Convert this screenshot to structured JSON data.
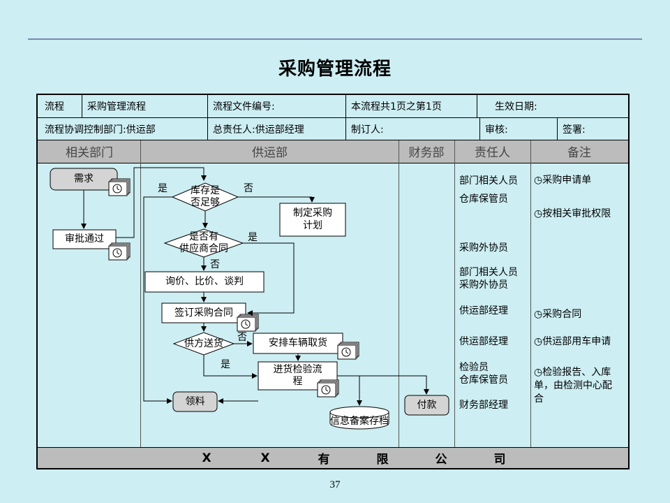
{
  "title": "采购管理流程",
  "page_number": "37",
  "header": {
    "row1": {
      "label_process": "流程",
      "process_name": "采购管理流程",
      "file_no": "流程文件编号:",
      "page_info": "本流程共1页之第1页",
      "effective_date": "生效日期:"
    },
    "row2": {
      "coord_dept": "流程协调控制部门:供运部",
      "owner": "总责任人:供运部经理",
      "drafter": "制订人:",
      "reviewer": "审核:",
      "signer": "签署:"
    }
  },
  "columns": [
    "相关部门",
    "供运部",
    "财务部",
    "责任人",
    "备注"
  ],
  "flow": {
    "demand": "需求",
    "approve": "审批通过",
    "stock_line1": "库存是",
    "stock_line2": "否足够",
    "plan_line1": "制定采购",
    "plan_line2": "计划",
    "contract_line1": "是否有",
    "contract_line2": "供应商合同",
    "inquiry": "询价、比价、谈判",
    "sign": "签订采购合同",
    "delivery": "供方送货",
    "vehicle": "安排车辆取货",
    "inspect_line1": "进货检验流",
    "inspect_line2": "程",
    "receive": "领料",
    "archive": "信息备案存档",
    "payment": "付款",
    "yes": "是",
    "no": "否"
  },
  "responsible": [
    "部门相关人员",
    "仓库保管员",
    "采购外协员",
    "部门相关人员",
    "采购外协员",
    "供运部经理",
    "供运部经理",
    "检验员",
    "仓库保管员",
    "财务部经理"
  ],
  "notes": [
    "采购申请单",
    "按相关审批权限",
    "采购合同",
    "供运部用车申请",
    "检验报告、入库",
    "单，由检测中心配",
    "合"
  ],
  "footer": [
    "X",
    "X",
    "有",
    "限",
    "公",
    "司"
  ]
}
